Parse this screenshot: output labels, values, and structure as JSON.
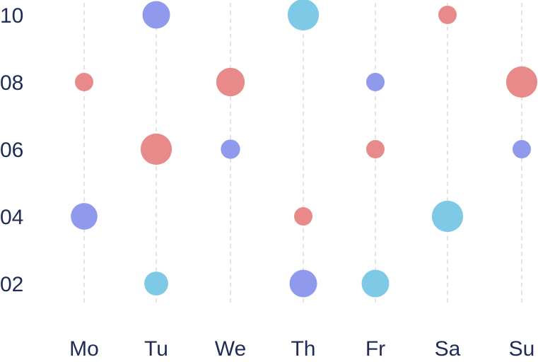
{
  "chart_data": {
    "type": "scatter",
    "x_categories": [
      "Mo",
      "Tu",
      "We",
      "Th",
      "Fr",
      "Sa",
      "Su"
    ],
    "y_ticks": [
      "10",
      "08",
      "06",
      "04",
      "02"
    ],
    "ylim": [
      2,
      10
    ],
    "grid": "vertical dashed",
    "colors": {
      "red": "#e88a8a",
      "blue": "#8f9aec",
      "cyan": "#7ec9e6"
    },
    "points": [
      {
        "x": "Mo",
        "y": 8,
        "size": 1.0,
        "color": "red"
      },
      {
        "x": "Mo",
        "y": 4,
        "size": 1.45,
        "color": "blue"
      },
      {
        "x": "Tu",
        "y": 10,
        "size": 1.5,
        "color": "blue"
      },
      {
        "x": "Tu",
        "y": 6,
        "size": 1.7,
        "color": "red"
      },
      {
        "x": "Tu",
        "y": 2,
        "size": 1.3,
        "color": "cyan"
      },
      {
        "x": "We",
        "y": 8,
        "size": 1.55,
        "color": "red"
      },
      {
        "x": "We",
        "y": 6,
        "size": 1.05,
        "color": "blue"
      },
      {
        "x": "Th",
        "y": 10,
        "size": 1.7,
        "color": "cyan"
      },
      {
        "x": "Th",
        "y": 4,
        "size": 1.0,
        "color": "red"
      },
      {
        "x": "Th",
        "y": 2,
        "size": 1.5,
        "color": "blue"
      },
      {
        "x": "Fr",
        "y": 8,
        "size": 1.0,
        "color": "blue"
      },
      {
        "x": "Fr",
        "y": 6,
        "size": 1.0,
        "color": "red"
      },
      {
        "x": "Fr",
        "y": 2,
        "size": 1.5,
        "color": "cyan"
      },
      {
        "x": "Sa",
        "y": 10,
        "size": 1.0,
        "color": "red"
      },
      {
        "x": "Sa",
        "y": 4,
        "size": 1.7,
        "color": "cyan"
      },
      {
        "x": "Su",
        "y": 8,
        "size": 1.7,
        "color": "red"
      },
      {
        "x": "Su",
        "y": 6,
        "size": 1.0,
        "color": "blue"
      }
    ]
  }
}
